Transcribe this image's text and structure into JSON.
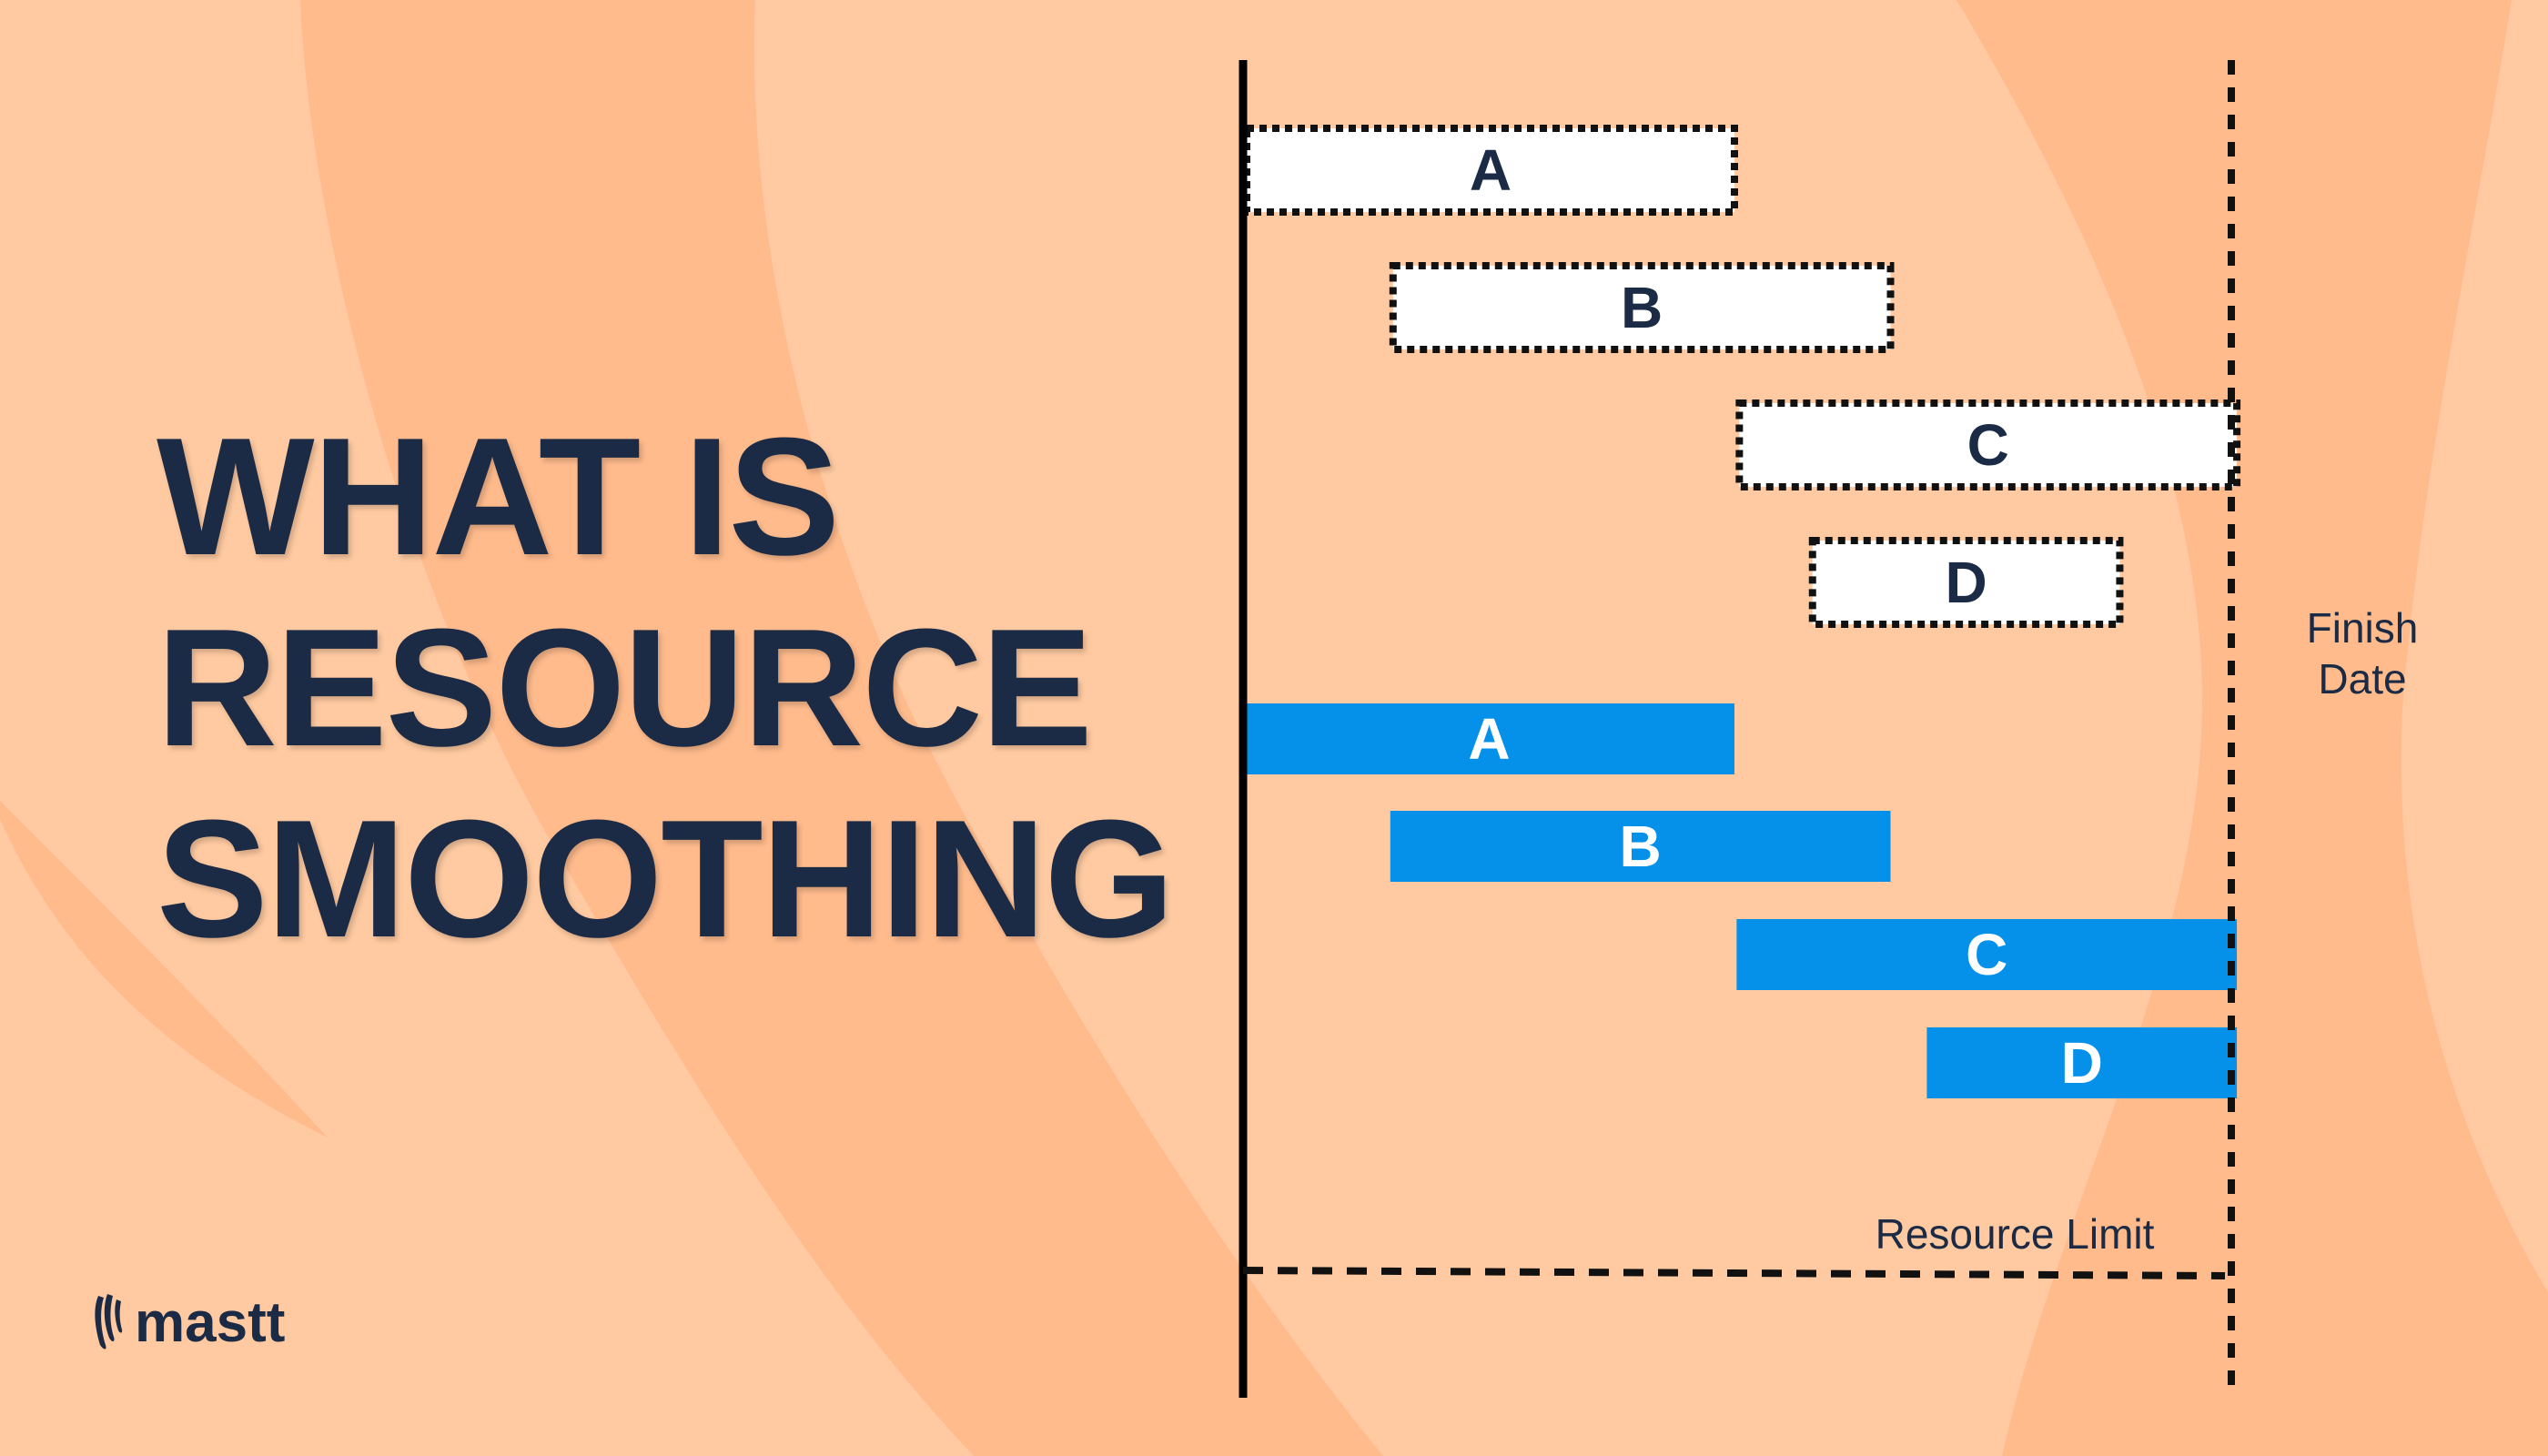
{
  "title": {
    "line1": "WHAT IS",
    "line2": "RESOURCE",
    "line3": "SMOOTHING"
  },
  "diagram": {
    "before_bars": [
      {
        "label": "A",
        "start": 0,
        "end": 10
      },
      {
        "label": "B",
        "start": 3,
        "end": 13.2
      },
      {
        "label": "C",
        "start": 10.1,
        "end": 20.3
      },
      {
        "label": "D",
        "start": 11.6,
        "end": 17.9
      }
    ],
    "after_bars": [
      {
        "label": "A",
        "start": 0,
        "end": 10
      },
      {
        "label": "B",
        "start": 3,
        "end": 13.2
      },
      {
        "label": "C",
        "start": 10.1,
        "end": 20.3
      },
      {
        "label": "D",
        "start": 14,
        "end": 20.3
      }
    ],
    "finish_label_line1": "Finish",
    "finish_label_line2": "Date",
    "resource_limit_label": "Resource Limit"
  },
  "colors": {
    "background": "#ffcaa1",
    "background_band": "#ffbb8c",
    "title": "#1c2b45",
    "bar_after": "#0591ea",
    "bar_before_fill": "#ffffff"
  },
  "logo": {
    "text": "mastt",
    "icon": "mastt-flame-icon"
  }
}
